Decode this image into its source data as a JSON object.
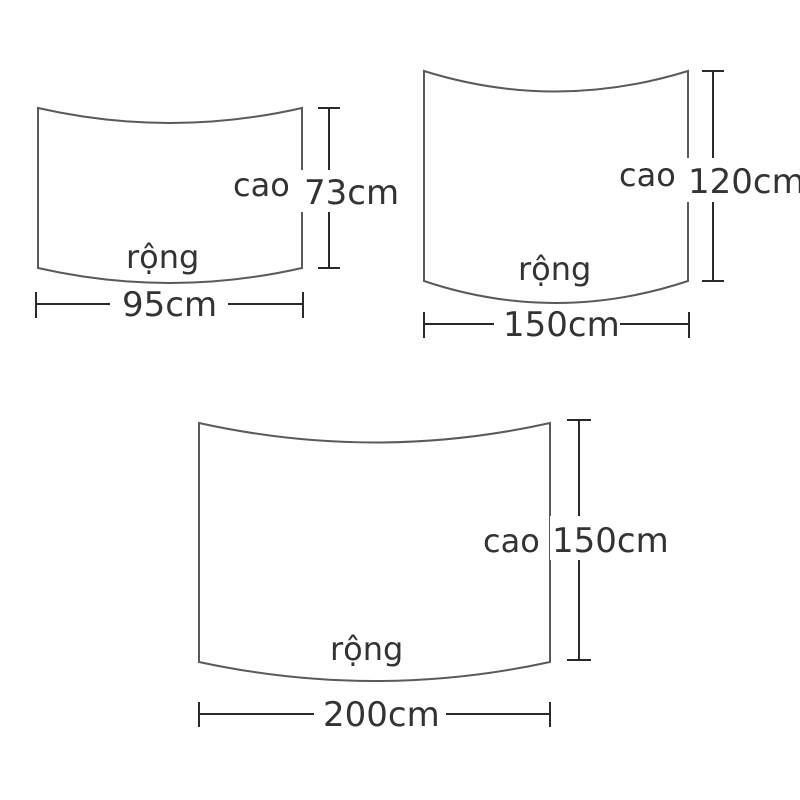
{
  "panels": [
    {
      "id": "small",
      "height_label": "cao",
      "height_value": "73cm",
      "width_label": "rộng",
      "width_value": "95cm"
    },
    {
      "id": "medium",
      "height_label": "cao",
      "height_value": "120cm",
      "width_label": "rộng",
      "width_value": "150cm"
    },
    {
      "id": "large",
      "height_label": "cao",
      "height_value": "150cm",
      "width_label": "rộng",
      "width_value": "200cm"
    }
  ],
  "colors": {
    "outline": "#5a5a5a",
    "dimension": "#2a2a2a",
    "text": "#333333",
    "background": "#ffffff"
  }
}
